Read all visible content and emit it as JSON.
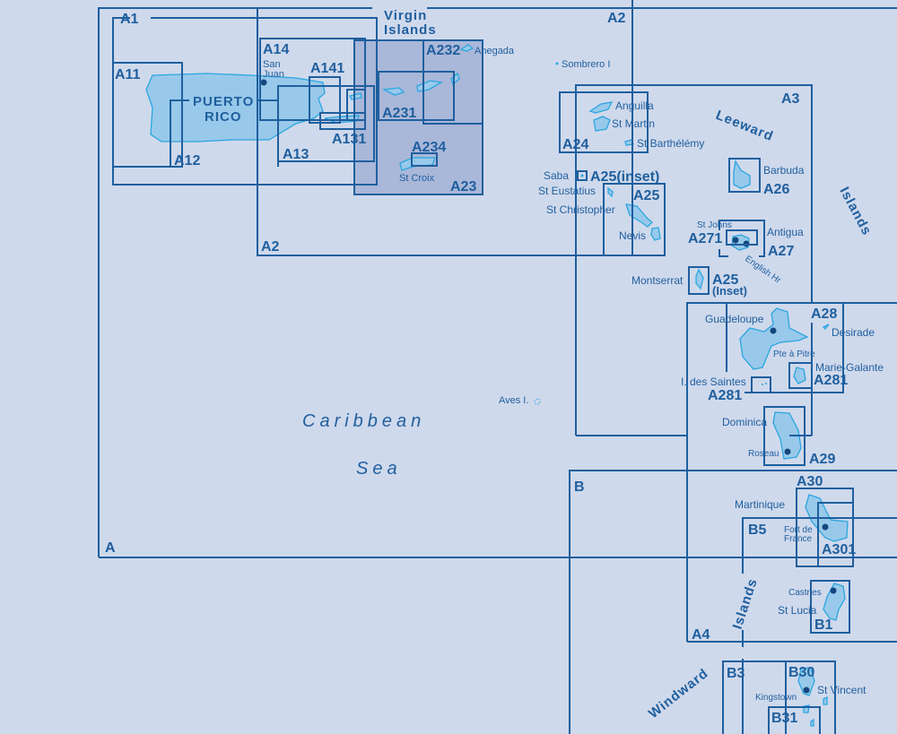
{
  "colors": {
    "sea": "#cfd9ec",
    "frame": "#1f5f9e",
    "land": "#98c9ea",
    "shaded_area": "#a9b7d9"
  },
  "regions": {
    "virgin_islands_1": "Virgin",
    "virgin_islands_2": "Islands",
    "puerto_rico_1": "PUERTO",
    "puerto_rico_2": "RICO",
    "leeward": "Leeward",
    "leeward_islands": "Islands",
    "windward": "Windward",
    "windward_islands": "Islands",
    "sea_1": "Caribbean",
    "sea_2": "Sea"
  },
  "chart_codes": {
    "A": "A",
    "A1": "A1",
    "A11": "A11",
    "A12": "A12",
    "A13": "A13",
    "A14": "A14",
    "A141": "A141",
    "A131": "A131",
    "A2_top": "A2",
    "A2": "A2",
    "A23": "A23",
    "A231": "A231",
    "A232": "A232",
    "A234": "A234",
    "A24": "A24",
    "A3": "A3",
    "A25_inset": "A25(inset)",
    "A25": "A25",
    "A26": "A26",
    "A27": "A27",
    "A271": "A271",
    "A25_inset2_1": "A25",
    "A25_inset2_2": "(Inset)",
    "A28": "A28",
    "A281_a": "A281",
    "A281_b": "A281",
    "A29": "A29",
    "B": "B",
    "A30": "A30",
    "A301": "A301",
    "B5": "B5",
    "A4": "A4",
    "B1": "B1",
    "B3": "B3",
    "B30": "B30",
    "B31": "B31"
  },
  "places": {
    "san_juan_1": "San",
    "san_juan_2": "Juan",
    "anegada": "Anegada",
    "st_croix": "St Croix",
    "sombrero": "Sombrero I",
    "anguilla": "Anguilla",
    "st_martin": "St Martin",
    "st_barthelemy": "St Barthélémy",
    "saba": "Saba",
    "st_eustatius": "St Eustatius",
    "st_christopher": "St Christopher",
    "nevis": "Nevis",
    "barbuda": "Barbuda",
    "st_johns": "St Johns",
    "antigua": "Antigua",
    "english_hr": "English Hr",
    "montserrat": "Montserrat",
    "guadeloupe": "Guadeloupe",
    "pte_a_pitre": "Pte à Pitre",
    "desirade": "Desirade",
    "marie_galante": "Marie-Galante",
    "des_saintes": "I. des Saintes",
    "aves": "Aves I.",
    "dominica": "Dominica",
    "roseau": "Roseau",
    "martinique": "Martinique",
    "fort_de_france_1": "Fort de",
    "fort_de_france_2": "France",
    "castries": "Castries",
    "st_lucia": "St Lucia",
    "kingstown": "Kingstown",
    "st_vincent": "St Vincent"
  }
}
